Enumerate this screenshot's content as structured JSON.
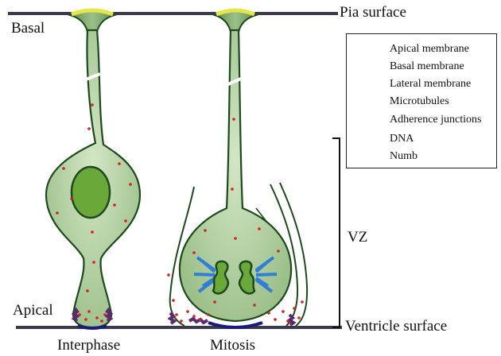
{
  "labels": {
    "pia_surface": "Pia surface",
    "basal": "Basal",
    "apical": "Apical",
    "ventricle_surface": "Ventricle surface",
    "vz": "VZ",
    "interphase": "Interphase",
    "mitosis": "Mitosis"
  },
  "legend": [
    {
      "icon": "apical-membrane-line",
      "label": "Apical membrane",
      "color": "#1a1a7a"
    },
    {
      "icon": "basal-membrane-line",
      "label": "Basal membrane",
      "color": "#e6e64a"
    },
    {
      "icon": "lateral-membrane-line",
      "label": "Lateral membrane",
      "color": "#1d4a1d"
    },
    {
      "icon": "microtubules-line",
      "label": "Microtubules",
      "color": "#2f7fd6"
    },
    {
      "icon": "adherence-junctions-symbol",
      "label": "Adherence junctions",
      "color": "#5a2a6a"
    },
    {
      "icon": "dna-symbol",
      "label": "DNA",
      "color": "#3d7a1f"
    },
    {
      "icon": "numb-dot",
      "label": "Numb",
      "color": "#d42020"
    }
  ],
  "colors": {
    "cell_fill": "#a9c99a",
    "cell_fill_light": "#c5dcb7",
    "membrane": "#1d4a1d",
    "nucleus": "#6aa83a",
    "surface_line": "#3a3a4a"
  }
}
